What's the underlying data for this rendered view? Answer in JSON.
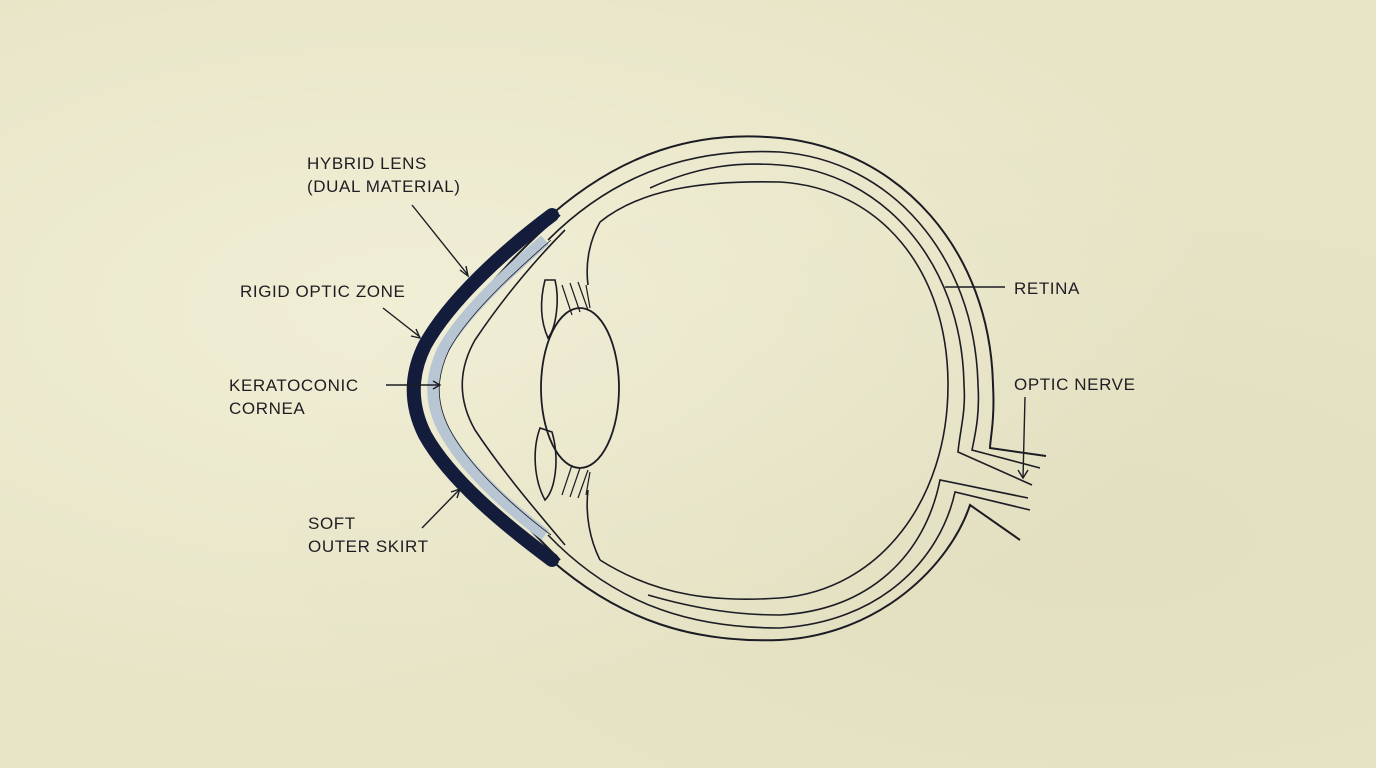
{
  "diagram": {
    "labels": {
      "hybrid_lens": [
        "HYBRID LENS",
        "(DUAL MATERIAL)"
      ],
      "rigid_optic_zone": [
        "RIGID OPTIC ZONE"
      ],
      "keratoconic_cornea": [
        "KERATOCONIC",
        "CORNEA"
      ],
      "soft_outer_skirt": [
        "SOFT",
        "OUTER SKIRT"
      ],
      "retina": [
        "RETINA"
      ],
      "optic_nerve": [
        "OPTIC NERVE"
      ]
    },
    "colors": {
      "background": "#e8e5c7",
      "line": "#1c1c24",
      "lens_outer": "#141c3c",
      "lens_inner": "#b8c6d4"
    }
  }
}
